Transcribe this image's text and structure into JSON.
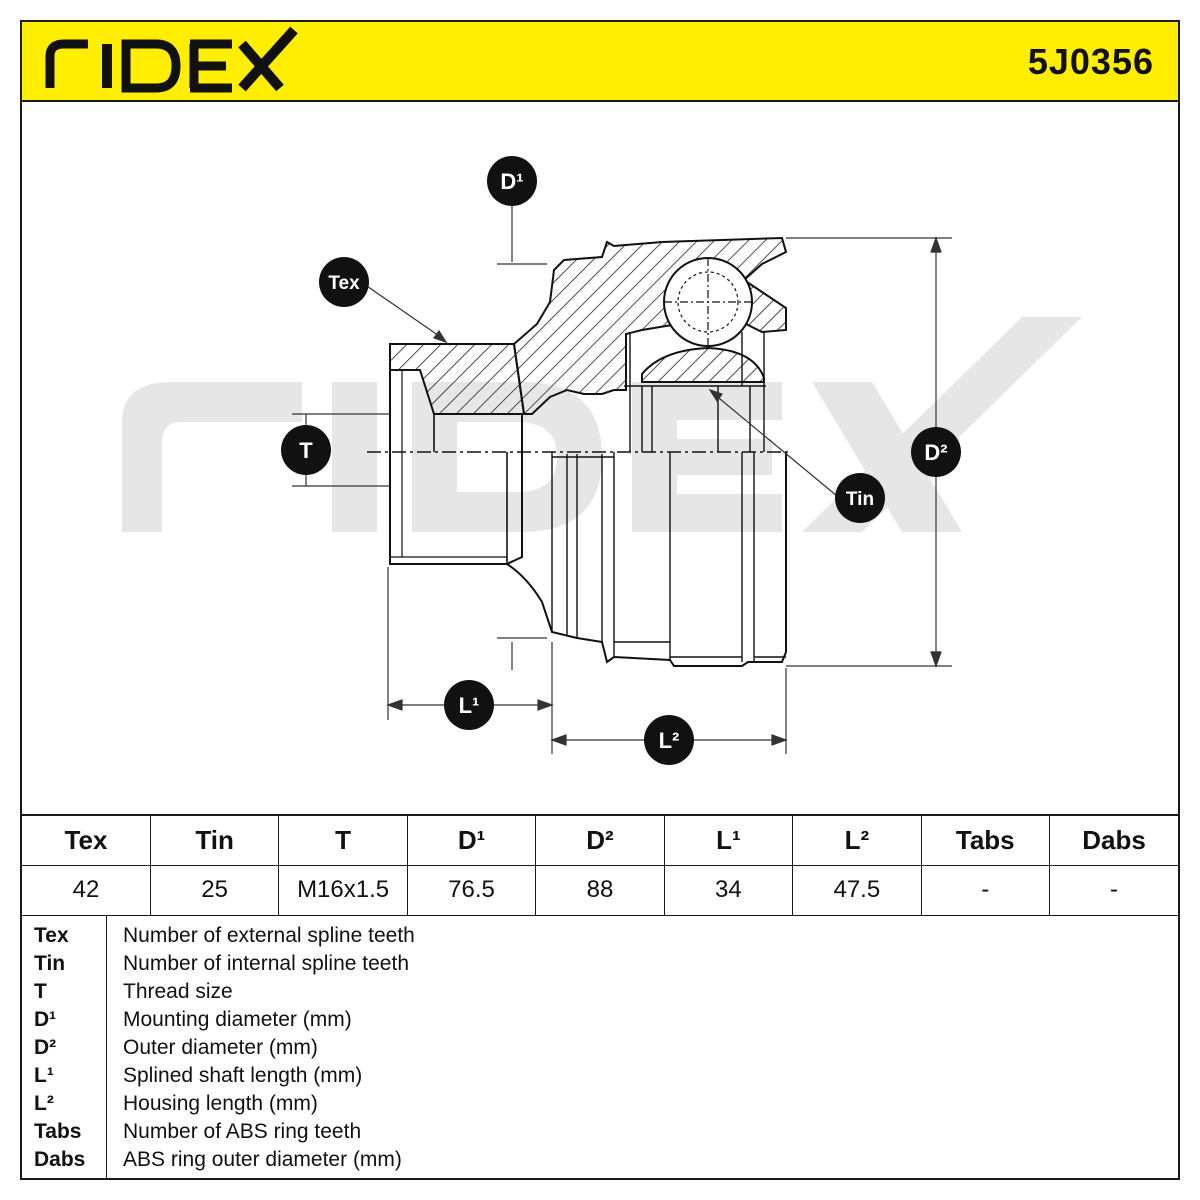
{
  "brand": {
    "logo_text": "RIDEX",
    "accent_color": "#ffee00"
  },
  "part_number": "5J0356",
  "watermark": "RIDEX",
  "callouts": {
    "tex": "Tex",
    "tin": "Tin",
    "t": "T",
    "d1": "D¹",
    "d2": "D²",
    "l1": "L¹",
    "l2": "L²"
  },
  "table": {
    "headers": [
      "Tex",
      "Tin",
      "T",
      "D¹",
      "D²",
      "L¹",
      "L²",
      "Tabs",
      "Dabs"
    ],
    "values": [
      "42",
      "25",
      "M16x1.5",
      "76.5",
      "88",
      "34",
      "47.5",
      "-",
      "-"
    ]
  },
  "legend": [
    {
      "key": "Tex",
      "desc": "Number of external spline teeth"
    },
    {
      "key": "Tin",
      "desc": "Number of internal spline teeth"
    },
    {
      "key": "T",
      "desc": "Thread size"
    },
    {
      "key": "D¹",
      "desc": "Mounting diameter (mm)"
    },
    {
      "key": "D²",
      "desc": "Outer diameter (mm)"
    },
    {
      "key": "L¹",
      "desc": "Splined shaft length (mm)"
    },
    {
      "key": "L²",
      "desc": "Housing length (mm)"
    },
    {
      "key": "Tabs",
      "desc": "Number of ABS ring teeth"
    },
    {
      "key": "Dabs",
      "desc": "ABS ring outer diameter (mm)"
    }
  ]
}
